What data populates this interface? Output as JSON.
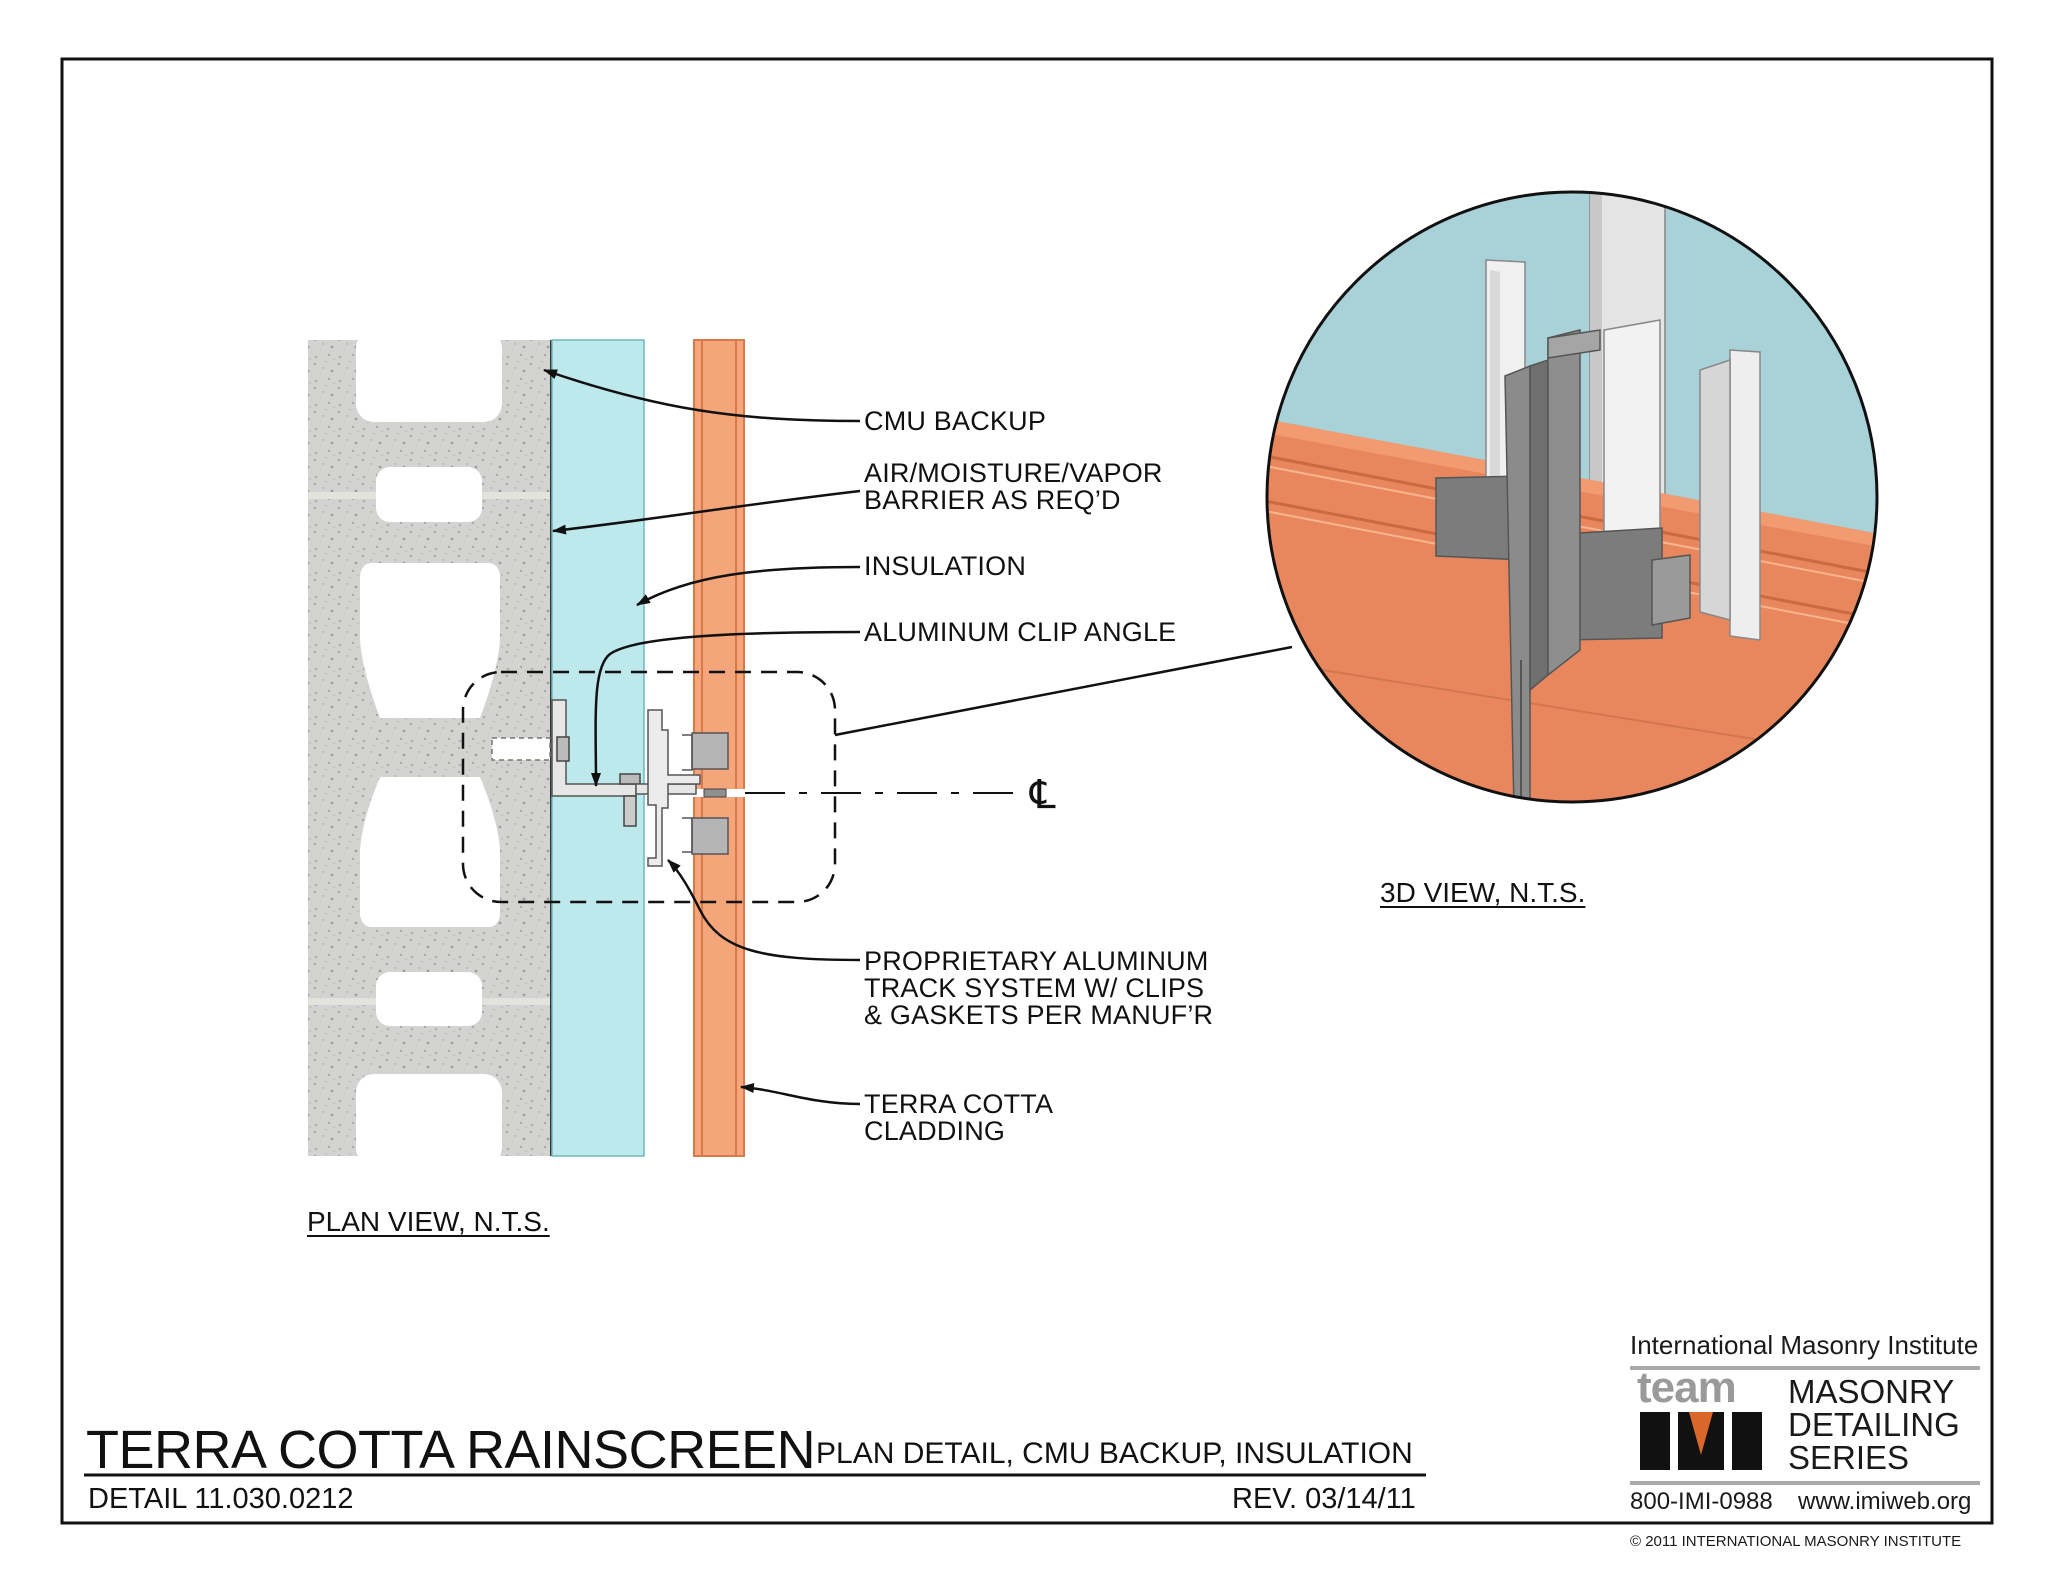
{
  "labels": {
    "cmu_backup": "CMU BACKUP",
    "barrier_line1": "AIR/MOISTURE/VAPOR",
    "barrier_line2": "BARRIER AS REQ’D",
    "insulation": "INSULATION",
    "clip_angle": "ALUMINUM CLIP ANGLE",
    "track_line1": "PROPRIETARY ALUMINUM",
    "track_line2": "TRACK SYSTEM W/ CLIPS",
    "track_line3": "& GASKETS PER MANUF’R",
    "cladding_line1": "TERRA COTTA",
    "cladding_line2": "CLADDING",
    "centerline_symbol": "℄"
  },
  "views": {
    "plan": "PLAN VIEW, N.T.S.",
    "three_d": "3D VIEW, N.T.S."
  },
  "title_block": {
    "title": "TERRA COTTA RAINSCREEN",
    "subtitle": "PLAN DETAIL, CMU BACKUP, INSULATION",
    "detail_number": "DETAIL 11.030.0212",
    "revision": "REV. 03/14/11"
  },
  "imi": {
    "org": "International Masonry Institute",
    "team": "team",
    "series_line1": "MASONRY",
    "series_line2": "DETAILING",
    "series_line3": "SERIES",
    "phone": "800-IMI-0988",
    "web": "www.imiweb.org",
    "copyright": "© 2011 INTERNATIONAL MASONRY INSTITUTE"
  },
  "colors": {
    "cmu": "#d3d3d1",
    "insulation": "#bde8ec",
    "terra_cotta": "#f4a57a",
    "terra_cotta_edge": "#d67a4c",
    "wall_3d": "#a9d2d8",
    "cladding_3d": "#e8875d",
    "aluminum": "#e6e6e6",
    "gasket": "#808080"
  }
}
